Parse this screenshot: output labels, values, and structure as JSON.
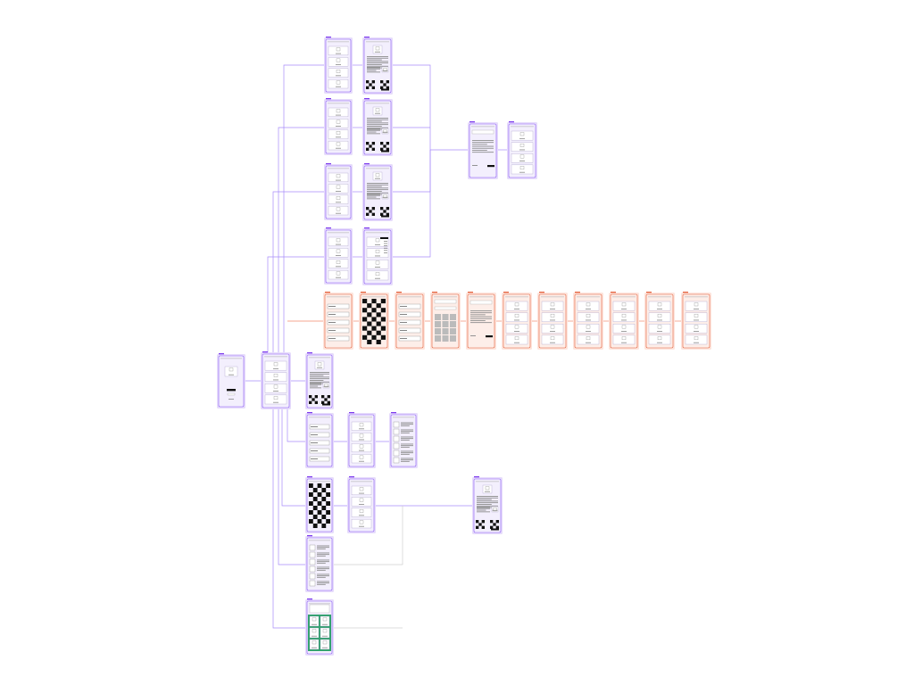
{
  "page": {
    "caption": "",
    "background": "#ffffff"
  },
  "palette": {
    "purple_frame": "#e6dbfb",
    "purple_border": "#8b5cf6",
    "purple_label": "#7c3aed",
    "purple_screen": "#f3effd",
    "purple_line": "#a78bfa",
    "red_frame": "#fde4dc",
    "red_border": "#e4613b",
    "red_label": "#e4613b",
    "red_line": "#f08a6e",
    "green_frame": "#2fa36b",
    "green_border": "#1e8a55",
    "line_gray": "#d0d0d0",
    "dark": "#111111"
  },
  "flowchart": {
    "screens": [
      {
        "id": "home",
        "color": "purple",
        "layout": "splash"
      },
      {
        "id": "menu",
        "color": "purple",
        "layout": "list"
      },
      {
        "id": "m1",
        "color": "purple",
        "layout": "article"
      },
      {
        "id": "m2",
        "color": "purple",
        "layout": "form"
      },
      {
        "id": "m3",
        "color": "purple",
        "layout": "list"
      },
      {
        "id": "m4",
        "color": "purple",
        "layout": "text"
      },
      {
        "id": "m5",
        "color": "purple",
        "layout": "checker"
      },
      {
        "id": "m6",
        "color": "purple",
        "layout": "list"
      },
      {
        "id": "m7",
        "color": "purple",
        "layout": "article"
      },
      {
        "id": "m8",
        "color": "purple",
        "layout": "text"
      },
      {
        "id": "m9",
        "color": "green",
        "layout": "grid"
      },
      {
        "id": "t1",
        "color": "purple",
        "layout": "list"
      },
      {
        "id": "t2",
        "color": "purple",
        "layout": "article"
      },
      {
        "id": "t3",
        "color": "purple",
        "layout": "list"
      },
      {
        "id": "t4",
        "color": "purple",
        "layout": "article"
      },
      {
        "id": "t5",
        "color": "purple",
        "layout": "list"
      },
      {
        "id": "t6",
        "color": "purple",
        "layout": "article"
      },
      {
        "id": "t7",
        "color": "purple",
        "layout": "list"
      },
      {
        "id": "t8",
        "color": "purple",
        "layout": "menu"
      },
      {
        "id": "s1",
        "color": "purple",
        "layout": "detail"
      },
      {
        "id": "s2",
        "color": "purple",
        "layout": "list"
      },
      {
        "id": "r1",
        "color": "red",
        "layout": "form"
      },
      {
        "id": "r2",
        "color": "red",
        "layout": "checker"
      },
      {
        "id": "r3",
        "color": "red",
        "layout": "form"
      },
      {
        "id": "r4",
        "color": "red",
        "layout": "gallery"
      },
      {
        "id": "r5",
        "color": "red",
        "layout": "detail"
      },
      {
        "id": "r6",
        "color": "red",
        "layout": "list"
      },
      {
        "id": "r7",
        "color": "red",
        "layout": "list"
      },
      {
        "id": "r8",
        "color": "red",
        "layout": "list"
      },
      {
        "id": "r9",
        "color": "red",
        "layout": "list"
      },
      {
        "id": "r10",
        "color": "red",
        "layout": "list"
      },
      {
        "id": "r11",
        "color": "red",
        "layout": "list"
      }
    ]
  }
}
